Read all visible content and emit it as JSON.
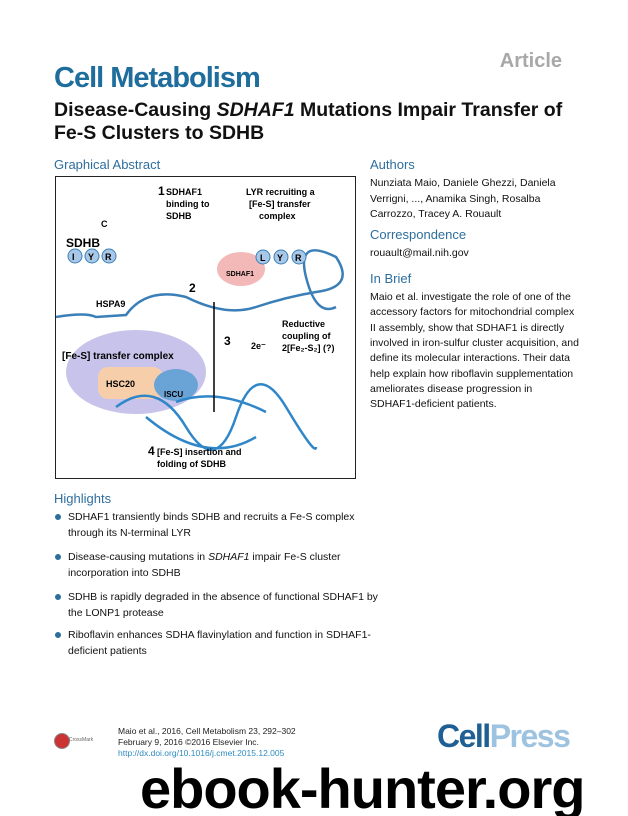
{
  "header": {
    "article_label": "Article",
    "journal": "Cell Metabolism",
    "title_part1": "Disease-Causing ",
    "title_italic": "SDHAF1",
    "title_part2": " Mutations Impair Transfer of Fe-S Clusters to SDHB"
  },
  "graphical_abstract": {
    "heading": "Graphical Abstract",
    "labels": {
      "step1_num": "1",
      "step1_l1": "SDHAF1",
      "step1_l2": "binding to",
      "step1_l3": "SDHB",
      "lyr_l1": "LYR recruiting a",
      "lyr_l2": "[Fe-S] transfer",
      "lyr_l3": "complex",
      "sdhb": "SDHB",
      "i": "I",
      "y": "Y",
      "r": "R",
      "l": "L",
      "c": "C",
      "sdhaf1": "SDHAF1",
      "step2_num": "2",
      "hspa9": "HSPA9",
      "hsc20": "HSC20",
      "iscu": "ISCU",
      "step3_num": "3",
      "two_e": "2e⁻",
      "red_l1": "Reductive",
      "red_l2": "coupling of",
      "red_l3": "2[Fe₂-S₂] (?)",
      "transfer_complex": "[Fe-S] transfer complex",
      "step4_num": "4",
      "step4_l1": "[Fe-S] insertion and",
      "step4_l2": "folding of SDHB"
    }
  },
  "highlights": {
    "heading": "Highlights",
    "items": [
      "SDHAF1 transiently binds SDHB and recruits a Fe-S complex through its N-terminal LYR",
      {
        "pre": "Disease-causing mutations in ",
        "italic": "SDHAF1",
        "post": " impair Fe-S cluster incorporation into SDHB"
      },
      "SDHB is rapidly degraded in the absence of functional SDHAF1 by the LONP1 protease",
      "Riboflavin enhances SDHA flavinylation and function in SDHAF1-deficient patients"
    ]
  },
  "authors": {
    "heading": "Authors",
    "names": "Nunziata Maio, Daniele Ghezzi, Daniela Verrigni, ..., Anamika Singh, Rosalba Carrozzo, Tracey A. Rouault"
  },
  "correspondence": {
    "heading": "Correspondence",
    "email": "rouault@mail.nih.gov"
  },
  "in_brief": {
    "heading": "In Brief",
    "text": "Maio et al. investigate the role of one of the accessory factors for mitochondrial complex II assembly, show that SDHAF1 is directly involved in iron-sulfur cluster acquisition, and define its molecular interactions. Their data help explain how riboflavin supplementation ameliorates disease progression in SDHAF1-deficient patients."
  },
  "footer": {
    "citation": "Maio et al., 2016, Cell Metabolism 23, 292–302",
    "date": "February 9, 2016 ©2016 Elsevier Inc.",
    "doi": "http://dx.doi.org/10.1016/j.cmet.2015.12.005",
    "crossmark": "CrossMark"
  },
  "logo": {
    "cell": "Cell",
    "press": "Press"
  },
  "watermark": "ebook-hunter.org",
  "colors": {
    "accent": "#2e6e9e",
    "journal": "#1f6d9c"
  }
}
